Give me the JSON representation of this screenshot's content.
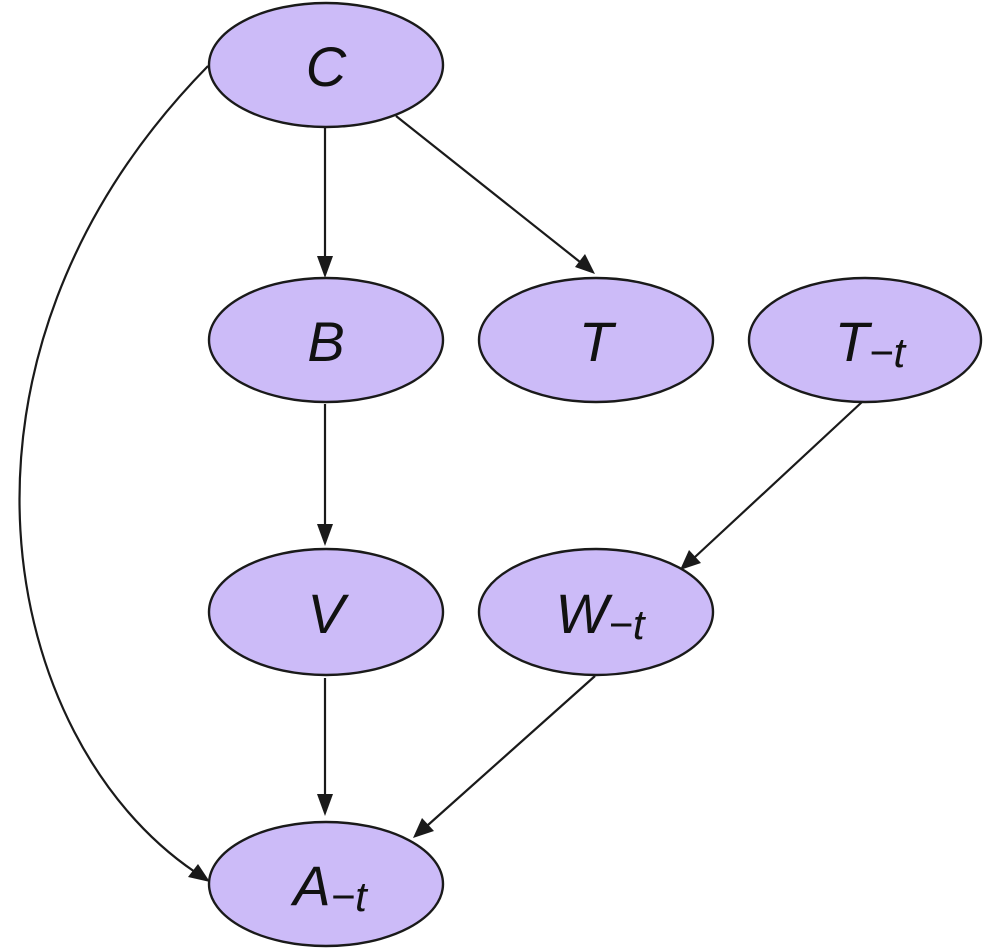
{
  "colors": {
    "node_fill": "#ccbbf8",
    "stroke": "#1a1a1a",
    "text": "#111111",
    "background": "#ffffff"
  },
  "nodes": [
    {
      "id": "C",
      "label": "C",
      "sub": ""
    },
    {
      "id": "B",
      "label": "B",
      "sub": ""
    },
    {
      "id": "T",
      "label": "T",
      "sub": ""
    },
    {
      "id": "Tt",
      "label": "T",
      "sub": "−t"
    },
    {
      "id": "V",
      "label": "V",
      "sub": ""
    },
    {
      "id": "Wt",
      "label": "W",
      "sub": "−t"
    },
    {
      "id": "At",
      "label": "A",
      "sub": "−t"
    }
  ],
  "edges": [
    {
      "from": "C",
      "to": "B"
    },
    {
      "from": "C",
      "to": "T"
    },
    {
      "from": "C",
      "to": "At"
    },
    {
      "from": "B",
      "to": "V"
    },
    {
      "from": "V",
      "to": "At"
    },
    {
      "from": "Tt",
      "to": "Wt"
    },
    {
      "from": "Wt",
      "to": "At"
    }
  ]
}
